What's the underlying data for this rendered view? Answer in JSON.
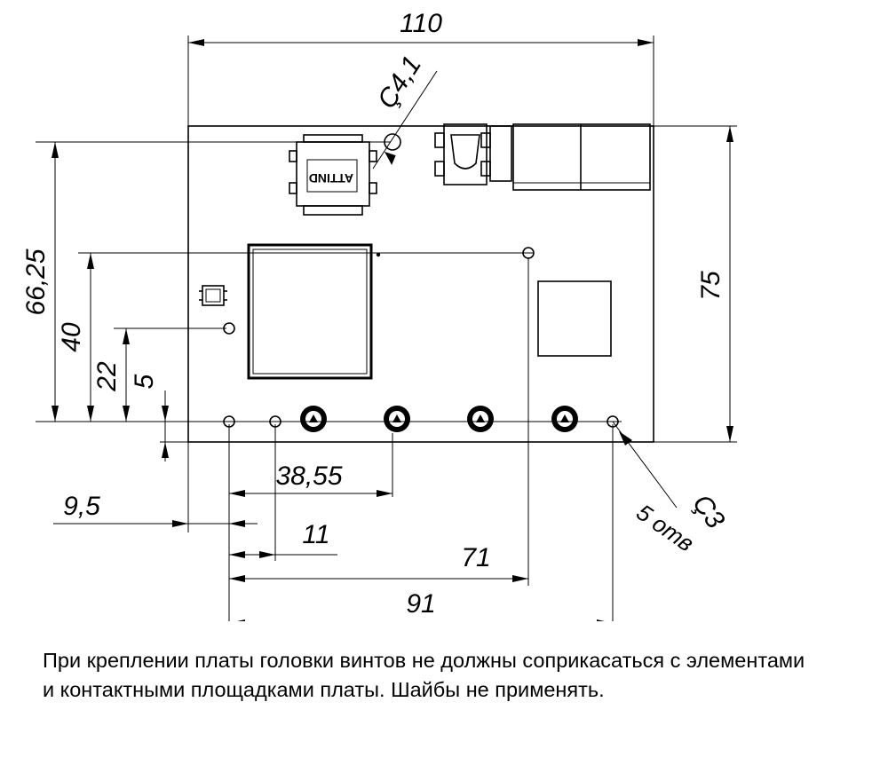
{
  "dimensions": {
    "width_110": "110",
    "height_75": "75",
    "height_66_25": "66,25",
    "height_40": "40",
    "height_22": "22",
    "height_5": "5",
    "x_9_5": "9,5",
    "x_38_55": "38,55",
    "x_11": "11",
    "x_71": "71",
    "x_91": "91",
    "hole_large": "Ç4,1",
    "hole_small": "Ç3",
    "hole_small_count": "5 отв"
  },
  "component_text": "ATTIND",
  "note": {
    "line1": "При креплении платы головки винтов не должны соприкасаться с элементами",
    "line2": "и контактными площадками платы. Шайбы не применять."
  }
}
